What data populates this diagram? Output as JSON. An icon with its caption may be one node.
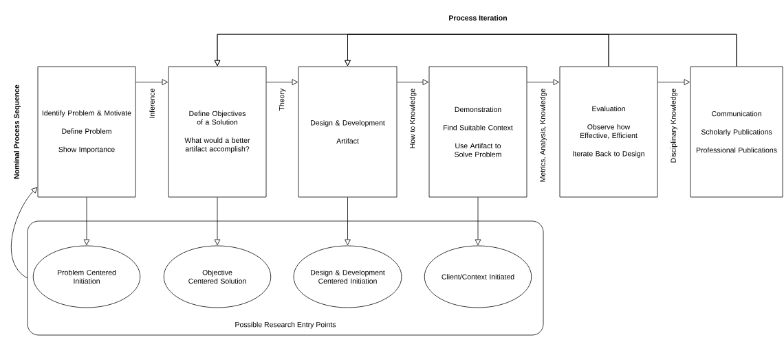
{
  "diagram": {
    "nodes": [
      {
        "text": [
          "Identify Problem & Motivate",
          "Define Problem",
          "Show Importance"
        ]
      },
      {
        "text": [
          "Define Objectives of a Solution",
          "What would a better artifact accomplish?"
        ]
      },
      {
        "text": [
          "Design & Development",
          "Artifact"
        ]
      },
      {
        "text": [
          "Demonstration",
          "Find Suitable Context",
          "Use Artifact to Solve Problem"
        ]
      },
      {
        "text": [
          "Evaluation",
          "Observe how Effective, Efficient",
          "Iterate Back to Design"
        ]
      },
      {
        "text": [
          "Communication",
          "Scholarly Publications",
          "Professional Publications"
        ]
      },
      {
        "text": [
          "Possible Research Entry Points"
        ]
      },
      {
        "text": [
          "Problem Centered Initiation"
        ],
        "in": 6
      },
      {
        "text": [
          "Objective Centered Solution"
        ],
        "in": 6
      },
      {
        "text": [
          "Design & Development Centered Initiation"
        ],
        "in": 6
      },
      {
        "text": [
          "Client/Context Initiated"
        ],
        "in": 6
      }
    ],
    "edges": [
      {
        "from": 0,
        "to": 1,
        "arrow": "to",
        "label": "Inference"
      },
      {
        "from": 1,
        "to": 2,
        "arrow": "to",
        "label": "Theory"
      },
      {
        "from": 2,
        "to": 3,
        "arrow": "to",
        "label": "How to Knowledge"
      },
      {
        "from": 3,
        "to": 4,
        "arrow": "to",
        "label": "Metrics, Analysis, Knowledge"
      },
      {
        "from": 4,
        "to": 5,
        "arrow": "to",
        "label": "Disciplinary Knowledge"
      },
      {
        "from": 0,
        "to": 7,
        "arrow": "to"
      },
      {
        "from": 1,
        "to": 8,
        "arrow": "to"
      },
      {
        "from": 2,
        "to": 9,
        "arrow": "to"
      },
      {
        "from": 3,
        "to": 10,
        "arrow": "to"
      },
      {
        "from": 4,
        "to": 1,
        "arrow": "to"
      },
      {
        "from": 4,
        "to": 2,
        "arrow": "to"
      },
      {
        "from": 5,
        "to": 1,
        "arrow": "to"
      },
      {
        "from": 5,
        "to": 2,
        "arrow": "to"
      },
      {
        "from": 6,
        "to": 0,
        "arrow": "to"
      }
    ],
    "labels": [
      "Process Iteration",
      "Nominal Process Sequence"
    ]
  }
}
